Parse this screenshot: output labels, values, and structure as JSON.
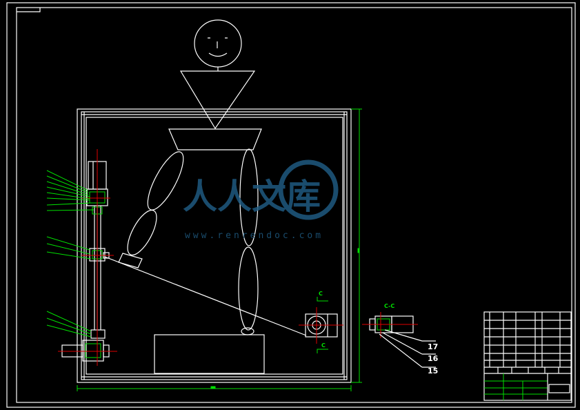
{
  "view_labels": {
    "section_mark_top": "C",
    "section_mark_bottom": "C",
    "section_view_title": "C-C"
  },
  "part_numbers": {
    "item_17": "17",
    "item_16": "16",
    "item_15": "15"
  },
  "watermark": {
    "brand_text": "人人文库",
    "url": "www.renrendoc.com"
  },
  "colors": {
    "background": "#000000",
    "outline": "#ffffff",
    "dimension": "#00e000",
    "centerline": "#e00000",
    "watermark": "#1f5a80"
  }
}
